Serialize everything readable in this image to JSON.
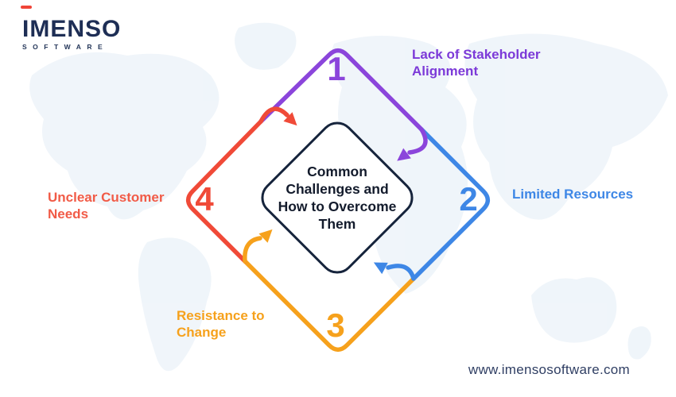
{
  "brand": {
    "logo_text": "IMENSO",
    "logo_subtext": "SOFTWARE"
  },
  "center": {
    "title": "Common\nChallenges and\nHow to Overcome\nThem"
  },
  "items": [
    {
      "number": "1",
      "label": "Lack of Stakeholder\nAlignment",
      "color": "#8B45DB",
      "position": "top"
    },
    {
      "number": "2",
      "label": "Limited Resources",
      "color": "#3E87E6",
      "position": "right"
    },
    {
      "number": "3",
      "label": "Resistance to\nChange",
      "color": "#F6A11C",
      "position": "bottom"
    },
    {
      "number": "4",
      "label": "Unclear Customer\nNeeds",
      "color": "#F04A38",
      "position": "left"
    }
  ],
  "footer": {
    "website": "www.imensosoftware.com"
  },
  "colors": {
    "brand_navy": "#1E2E55",
    "center_border": "#16243C",
    "accent_red_dash": "#F04438",
    "map_fill": "#ECF3F9",
    "background": "#FFFFFF"
  }
}
